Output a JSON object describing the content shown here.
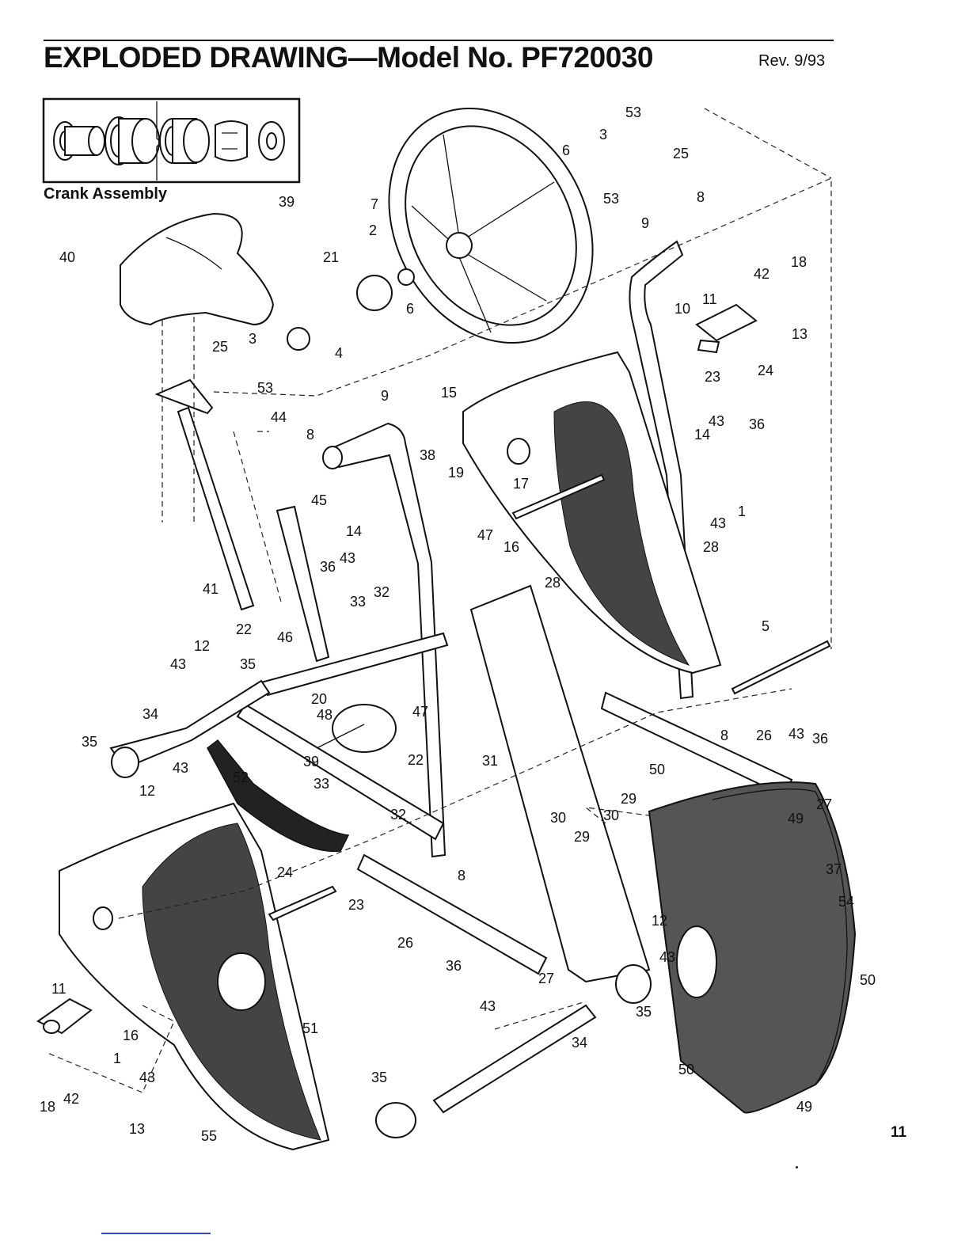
{
  "header": {
    "title": "EXPLODED DRAWING—Model No. PF720030",
    "revision": "Rev. 9/93"
  },
  "inset": {
    "caption": "Crank Assembly",
    "part_number": "39"
  },
  "footer": {
    "page_number": "11"
  },
  "callouts": [
    "53",
    "3",
    "6",
    "25",
    "53",
    "8",
    "7",
    "2",
    "6",
    "9",
    "21",
    "40",
    "18",
    "42",
    "11",
    "13",
    "10",
    "23",
    "24",
    "25",
    "3",
    "4",
    "53",
    "9",
    "15",
    "44",
    "8",
    "38",
    "19",
    "17",
    "43",
    "36",
    "14",
    "1",
    "43",
    "28",
    "16",
    "47",
    "28",
    "45",
    "14",
    "36",
    "43",
    "41",
    "33",
    "32",
    "22",
    "46",
    "12",
    "43",
    "35",
    "5",
    "34",
    "35",
    "20",
    "48",
    "47",
    "39",
    "26",
    "43",
    "36",
    "8",
    "43",
    "12",
    "52",
    "22",
    "31",
    "29",
    "50",
    "27",
    "33",
    "30",
    "30",
    "29",
    "49",
    "32",
    "24",
    "8",
    "23",
    "37",
    "54",
    "26",
    "12",
    "43",
    "11",
    "36",
    "43",
    "27",
    "35",
    "50",
    "16",
    "1",
    "43",
    "34",
    "51",
    "50",
    "35",
    "18",
    "42",
    "13",
    "55",
    "49"
  ]
}
